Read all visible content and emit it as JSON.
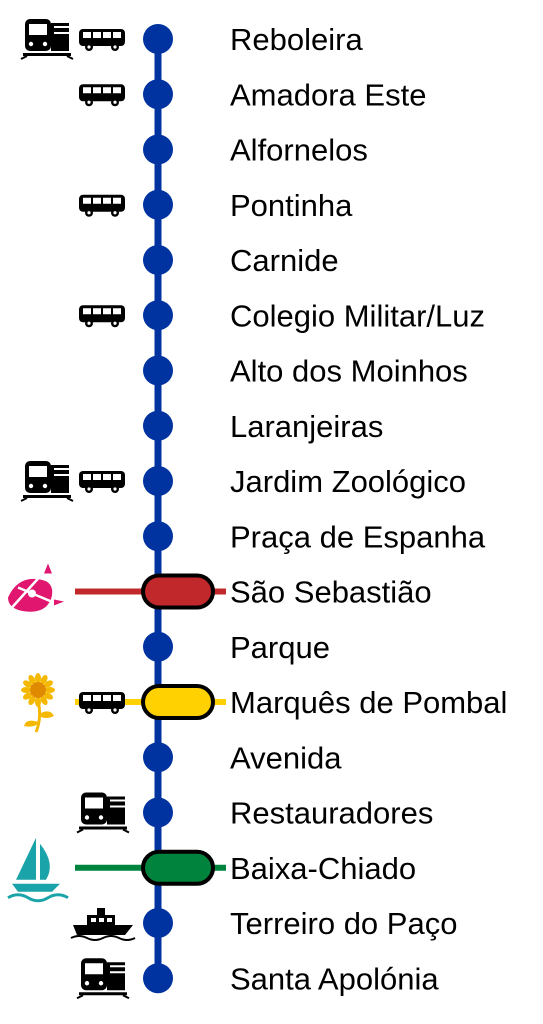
{
  "line": {
    "color": "#0033a0",
    "stations": [
      {
        "name": "Reboleira",
        "connections": [
          "train",
          "bus"
        ]
      },
      {
        "name": "Amadora Este",
        "connections": [
          "bus"
        ]
      },
      {
        "name": "Alfornelos",
        "connections": []
      },
      {
        "name": "Pontinha",
        "connections": [
          "bus"
        ]
      },
      {
        "name": "Carnide",
        "connections": []
      },
      {
        "name": "Colegio Militar/Luz",
        "connections": [
          "bus"
        ]
      },
      {
        "name": "Alto dos Moinhos",
        "connections": []
      },
      {
        "name": "Laranjeiras",
        "connections": []
      },
      {
        "name": "Jardim Zoológico",
        "connections": [
          "train",
          "bus"
        ]
      },
      {
        "name": "Praça de Espanha",
        "connections": []
      },
      {
        "name": "São Sebastião",
        "connections": [],
        "interchange": {
          "line": "red-line",
          "color": "#c0282c",
          "logo": "compass-rose-logo",
          "logo_color": "#e0166f"
        }
      },
      {
        "name": "Parque",
        "connections": []
      },
      {
        "name": "Marquês de Pombal",
        "connections": [
          "bus"
        ],
        "interchange": {
          "line": "yellow-line",
          "color": "#ffd100",
          "logo": "sunflower-logo",
          "logo_color": "#f5b800"
        }
      },
      {
        "name": "Avenida",
        "connections": []
      },
      {
        "name": "Restauradores",
        "connections": [
          "train"
        ]
      },
      {
        "name": "Baixa-Chiado",
        "connections": [],
        "interchange": {
          "line": "green-line",
          "color": "#00843d",
          "logo": "sailboat-logo",
          "logo_color": "#1aa3a8"
        }
      },
      {
        "name": "Terreiro do Paço",
        "connections": [
          "ferry"
        ]
      },
      {
        "name": "Santa Apolónia",
        "connections": [
          "train"
        ]
      }
    ]
  }
}
